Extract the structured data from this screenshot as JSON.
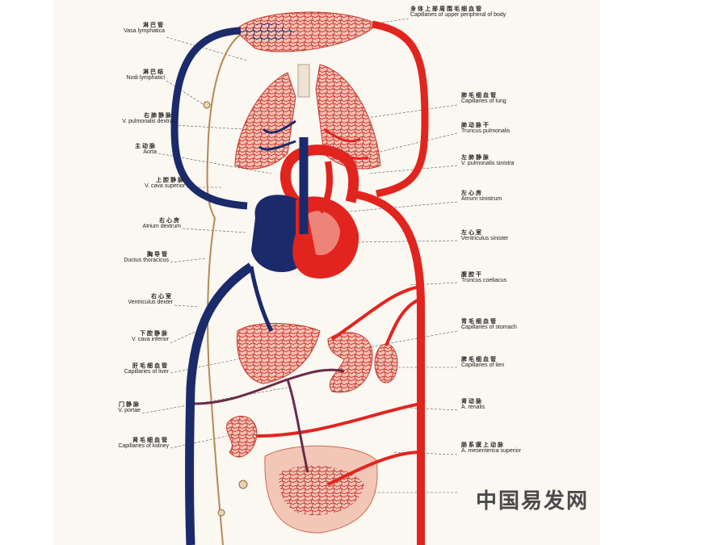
{
  "colors": {
    "artery": "#e2241f",
    "vein": "#1b2a6b",
    "lymph": "#b38a55",
    "organ_fill": "#f7c3b5",
    "organ_net": "#c6372e",
    "paper": "#fbf7f1"
  },
  "labels_left": [
    {
      "zh": "淋巴管",
      "en": "Vasa lymphatica"
    },
    {
      "zh": "淋巴结",
      "en": "Nodi lymphatici"
    },
    {
      "zh": "右肺静脉",
      "en": "V. pulmonalis dextra"
    },
    {
      "zh": "主动脉",
      "en": "Aorta"
    },
    {
      "zh": "上腔静脉",
      "en": "V. cava superior"
    },
    {
      "zh": "右心房",
      "en": "Atrium dextrum"
    },
    {
      "zh": "胸导管",
      "en": "Ductus thoracicus"
    },
    {
      "zh": "右心室",
      "en": "Ventriculus dexter"
    },
    {
      "zh": "下腔静脉",
      "en": "V. cava inferior"
    },
    {
      "zh": "肝毛细血管",
      "en": "Capillaries of liver"
    },
    {
      "zh": "门静脉",
      "en": "V. portae"
    },
    {
      "zh": "肾毛细血管",
      "en": "Capillaries of kidney"
    }
  ],
  "labels_right": [
    {
      "zh": "身体上部周围毛细血管",
      "en": "Capillaries of upper peripheral of body"
    },
    {
      "zh": "肺毛细血管",
      "en": "Capillaries of lung"
    },
    {
      "zh": "肺动脉干",
      "en": "Truncus pulmonalis"
    },
    {
      "zh": "左肺静脉",
      "en": "V. pulmonalis sinistra"
    },
    {
      "zh": "左心房",
      "en": "Atrium sinistrum"
    },
    {
      "zh": "左心室",
      "en": "Ventriculus sinister"
    },
    {
      "zh": "腹腔干",
      "en": "Truncus coeliacus"
    },
    {
      "zh": "胃毛细血管",
      "en": "Capillaries of stomach"
    },
    {
      "zh": "脾毛细血管",
      "en": "Capillaries of lien"
    },
    {
      "zh": "肾动脉",
      "en": "A. renalis"
    },
    {
      "zh": "肠系膜上动脉",
      "en": "A. mesenterica superior"
    }
  ],
  "watermark": "中国易发网"
}
